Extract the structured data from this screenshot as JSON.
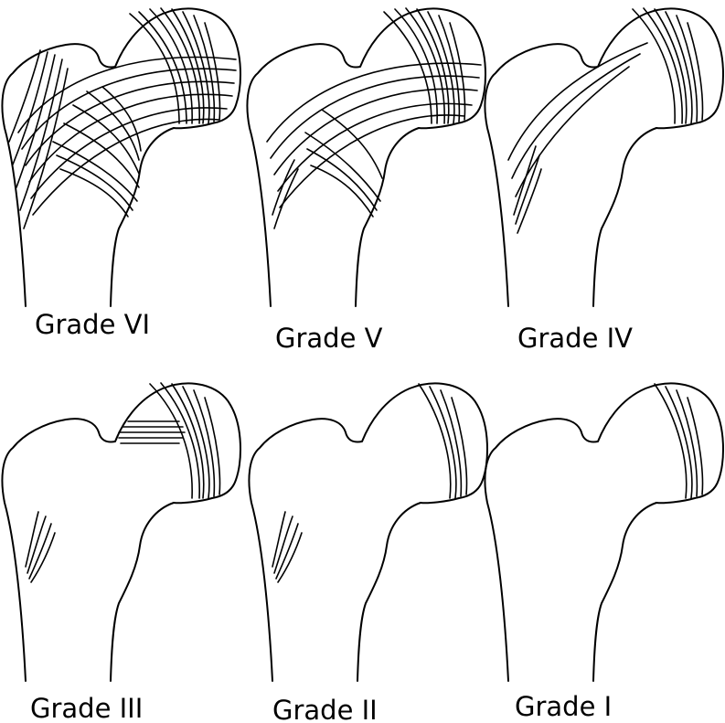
{
  "panels": [
    {
      "id": "grade-vi",
      "label": "Grade VI",
      "principal_compressive": true,
      "principal_tensile": true,
      "secondary_compressive": true,
      "greater_trochanter": true,
      "wards_triangle": false
    },
    {
      "id": "grade-v",
      "label": "Grade V",
      "principal_compressive": true,
      "principal_tensile": true,
      "secondary_compressive": true,
      "greater_trochanter": true,
      "wards_triangle": false
    },
    {
      "id": "grade-iv",
      "label": "Grade IV",
      "principal_compressive": true,
      "principal_tensile": true,
      "secondary_compressive": false,
      "greater_trochanter": true,
      "wards_triangle": false
    },
    {
      "id": "grade-iii",
      "label": "Grade III",
      "principal_compressive": true,
      "principal_tensile": false,
      "secondary_compressive": false,
      "greater_trochanter": true,
      "wards_triangle": true
    },
    {
      "id": "grade-ii",
      "label": "Grade II",
      "principal_compressive": true,
      "principal_tensile": false,
      "secondary_compressive": false,
      "greater_trochanter": true,
      "wards_triangle": false
    },
    {
      "id": "grade-i",
      "label": "Grade I",
      "principal_compressive": true,
      "principal_tensile": false,
      "secondary_compressive": false,
      "greater_trochanter": false,
      "wards_triangle": false
    }
  ],
  "colors": {
    "line": "#000000",
    "background": "#ffffff"
  }
}
